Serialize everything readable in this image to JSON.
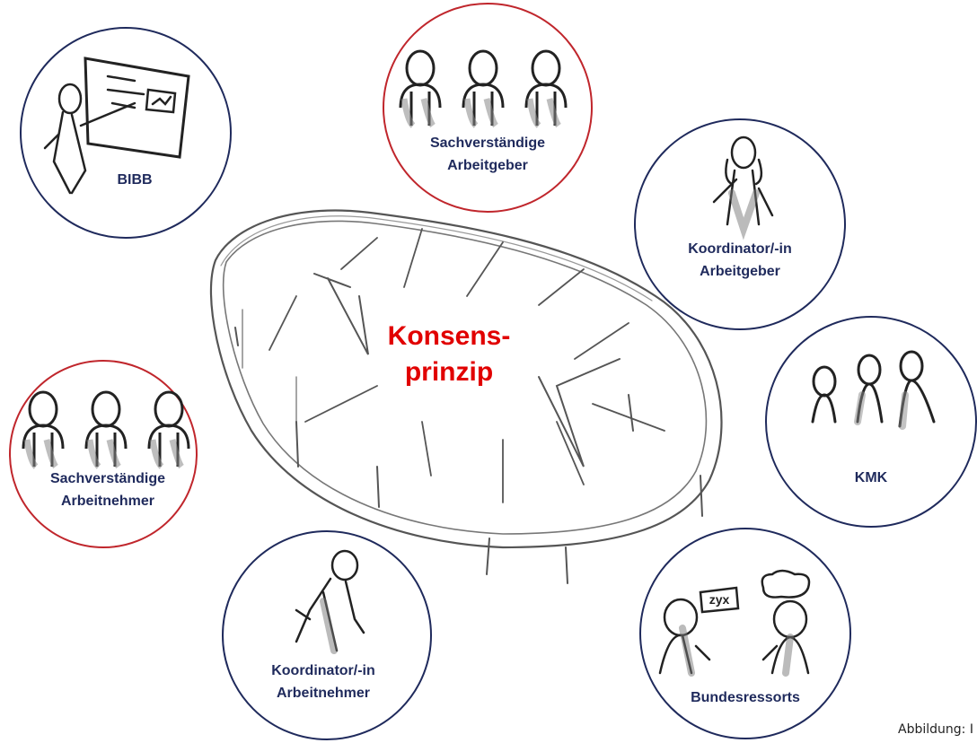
{
  "center": {
    "line1": "Konsens-",
    "line2": "prinzip"
  },
  "colors": {
    "navy": "#1f2a5c",
    "red": "#c0262c",
    "accent": "#e10000"
  },
  "participants": {
    "bibb": {
      "line1": "BIBB"
    },
    "sv_ag": {
      "line1": "Sachverständige",
      "line2": "Arbeitgeber"
    },
    "ko_ag": {
      "line1": "Koordinator/-in",
      "line2": "Arbeitgeber"
    },
    "kmk": {
      "line1": "KMK"
    },
    "sv_an": {
      "line1": "Sachverständige",
      "line2": "Arbeitnehmer"
    },
    "ko_an": {
      "line1": "Koordinator/-in",
      "line2": "Arbeitnehmer"
    },
    "bund": {
      "line1": "Bundesressorts"
    }
  },
  "sketch_text": {
    "board": "zyx"
  },
  "credit": "Abbildung: I"
}
